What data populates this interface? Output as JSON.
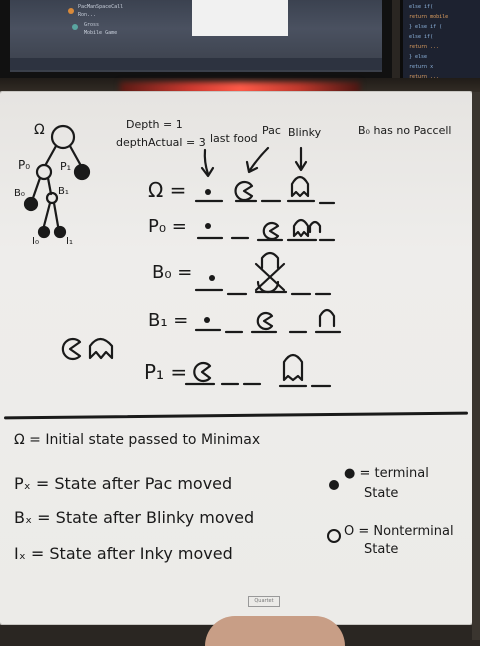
{
  "screen": {
    "line1": "PacManSpaceCall",
    "line2": "Ron...",
    "line3": "Gross",
    "line4": "Mobile Game",
    "code_lines": [
      "else if(",
      "return mobile",
      "} else if (",
      "else if(",
      "return ...",
      "} else",
      "return x",
      "return ..."
    ]
  },
  "tree": {
    "root": "Ω",
    "p0": "P₀",
    "p1": "P₁",
    "b0": "B₀",
    "b1": "B₁",
    "i0": "I₀",
    "i1": "I₁"
  },
  "depth_notes": {
    "depth": "Depth = 1",
    "depth_actual": "depthActual = 3"
  },
  "headers": {
    "last_food": "last food",
    "pac": "Pac",
    "blinky": "Blinky"
  },
  "note_b0": "B₀ has no Paccell",
  "rows": [
    {
      "label": "Ω ="
    },
    {
      "label": "P₀ ="
    },
    {
      "label": "B₀ ="
    },
    {
      "label": "B₁ ="
    },
    {
      "label": "P₁ ="
    }
  ],
  "legend": {
    "omega": "Ω = Initial state passed to Minimax",
    "px": "Pₓ = State after Pac moved",
    "bx": "Bₓ = State after Blinky moved",
    "ix": "Iₓ = State after Inky moved",
    "terminal_a": "● = terminal",
    "terminal_b": "State",
    "nonterminal_a": "O = Nonterminal",
    "nonterminal_b": "State"
  },
  "brand": "Quartet"
}
